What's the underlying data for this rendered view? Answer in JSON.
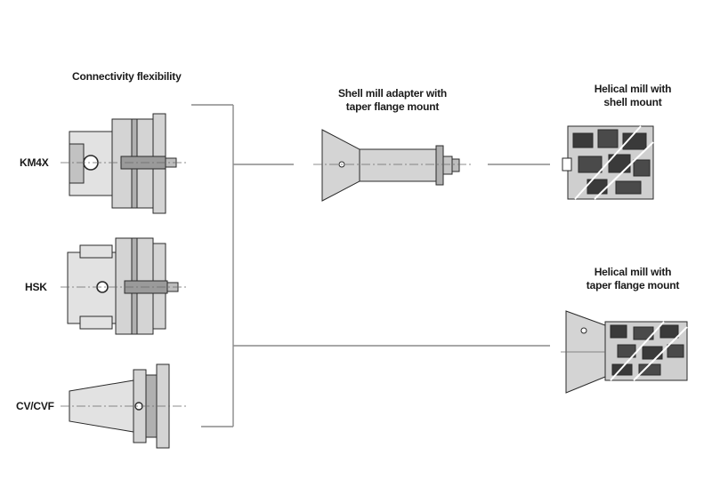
{
  "title": "Connectivity flexibility",
  "holders": [
    {
      "label": "KM4X"
    },
    {
      "label": "HSK"
    },
    {
      "label": "CV/CVF"
    }
  ],
  "adapter": {
    "line1": "Shell mill adapter with",
    "line2": "taper flange mount"
  },
  "mills": [
    {
      "line1": "Helical mill with",
      "line2": "shell mount"
    },
    {
      "line1": "Helical mill with",
      "line2": "taper flange mount"
    }
  ],
  "colors": {
    "line": "#8a8a8a",
    "part_fill": "#d4d4d4",
    "part_dark": "#9a9a9a",
    "part_stroke": "#2a2a2a",
    "mill_dark": "#3a3a3a"
  }
}
